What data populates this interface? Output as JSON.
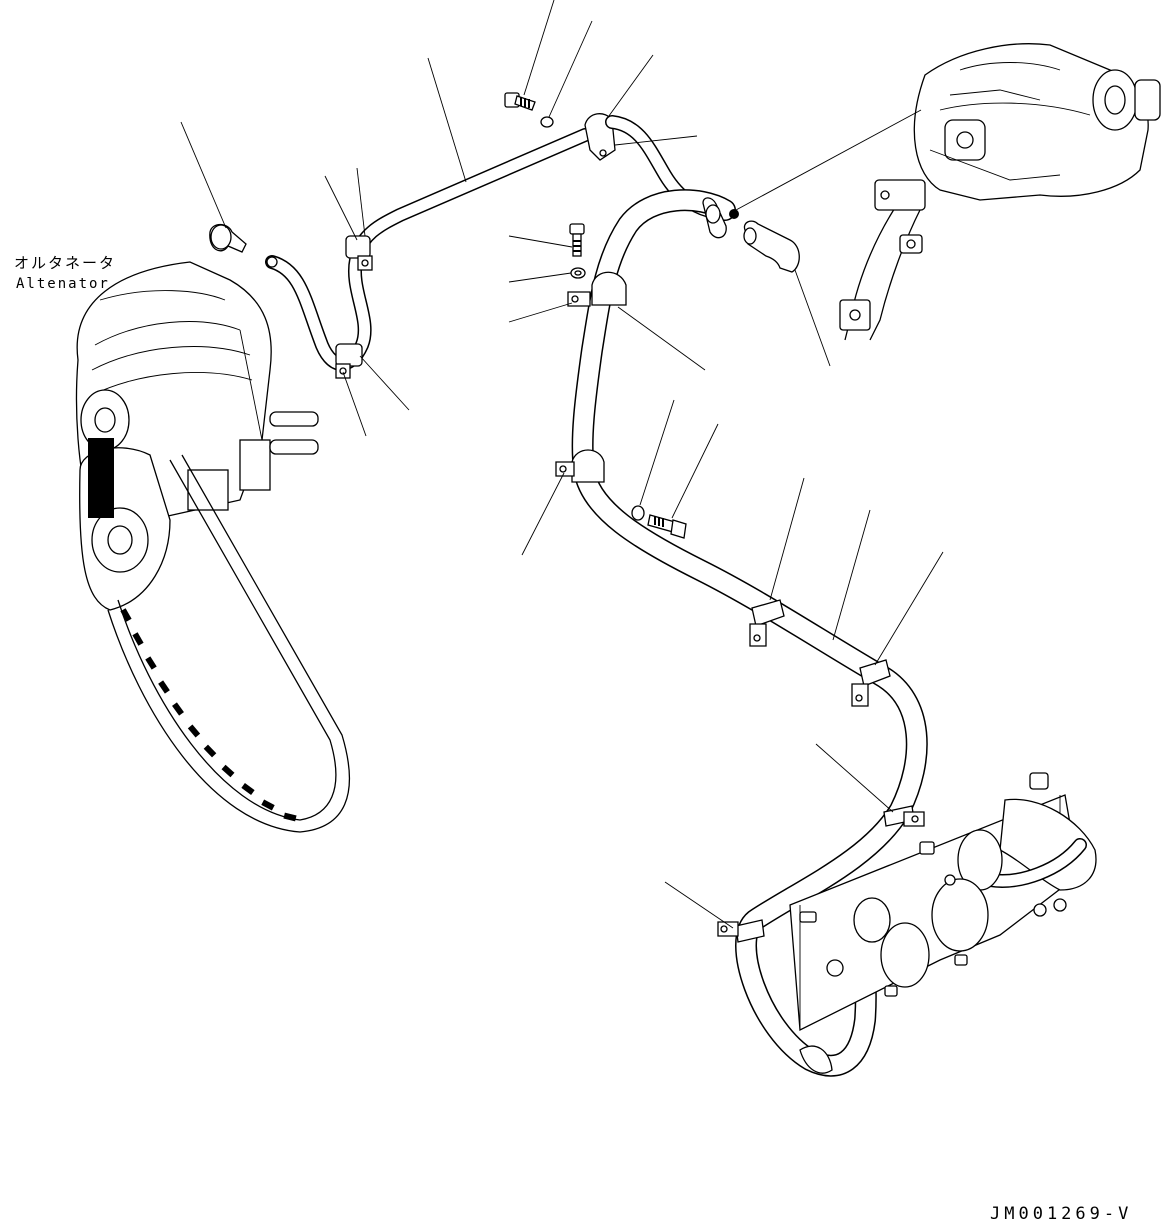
{
  "component_label": {
    "jp": "オルタネータ",
    "en": "Altenator"
  },
  "drawing_code": "JM001269-V",
  "colors": {
    "line": "#000000",
    "background": "#ffffff"
  }
}
